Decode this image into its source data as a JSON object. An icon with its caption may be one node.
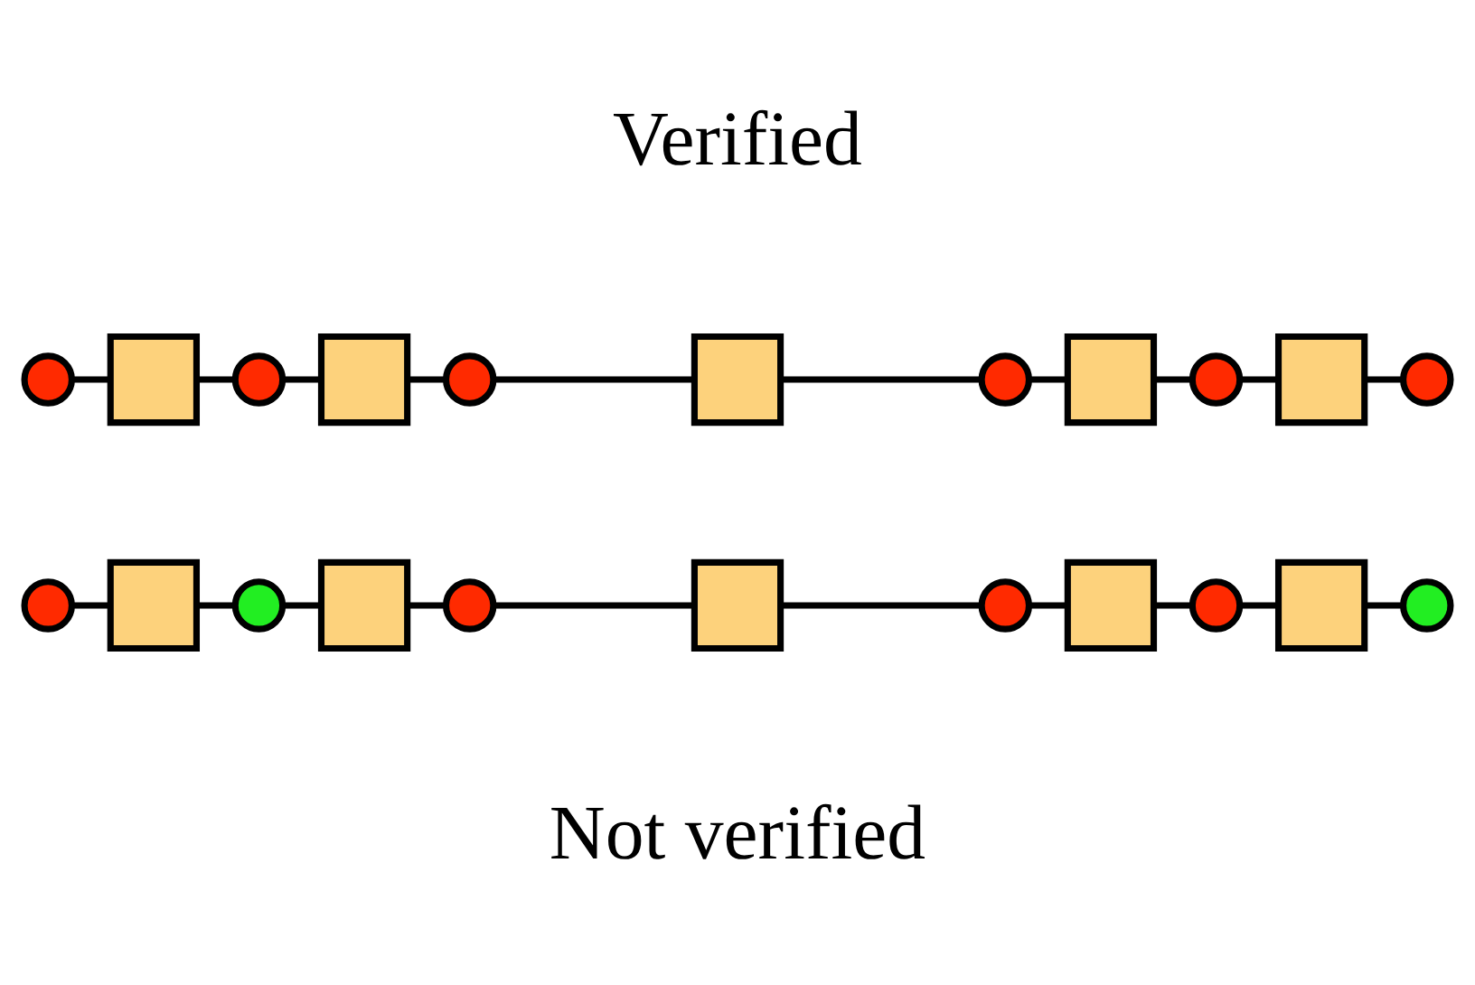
{
  "diagram": {
    "nodes": [
      {
        "text": [],
        "shape": "circle"
      },
      {
        "text": [],
        "shape": "box"
      },
      {
        "text": [],
        "shape": "circle"
      },
      {
        "text": [],
        "shape": "box"
      },
      {
        "text": [],
        "shape": "circle"
      },
      {
        "text": [],
        "shape": "box"
      },
      {
        "text": [],
        "shape": "circle"
      },
      {
        "text": [],
        "shape": "box"
      },
      {
        "text": [],
        "shape": "circle"
      },
      {
        "text": [],
        "shape": "box"
      },
      {
        "text": [],
        "shape": "circle"
      },
      {
        "text": [],
        "shape": "circle"
      },
      {
        "text": [],
        "shape": "box"
      },
      {
        "text": [],
        "shape": "circle"
      },
      {
        "text": [],
        "shape": "box"
      },
      {
        "text": [],
        "shape": "circle"
      },
      {
        "text": [],
        "shape": "box"
      },
      {
        "text": [],
        "shape": "circle"
      },
      {
        "text": [],
        "shape": "box"
      },
      {
        "text": [],
        "shape": "circle"
      },
      {
        "text": [],
        "shape": "box"
      },
      {
        "text": [],
        "shape": "circle"
      }
    ],
    "edges": [
      {
        "from": 0,
        "to": 1,
        "arrow": "none"
      },
      {
        "from": 1,
        "to": 2,
        "arrow": "none"
      },
      {
        "from": 2,
        "to": 3,
        "arrow": "none"
      },
      {
        "from": 3,
        "to": 4,
        "arrow": "none"
      },
      {
        "from": 4,
        "to": 5,
        "arrow": "none"
      },
      {
        "from": 5,
        "to": 6,
        "arrow": "none"
      },
      {
        "from": 6,
        "to": 7,
        "arrow": "none"
      },
      {
        "from": 7,
        "to": 8,
        "arrow": "none"
      },
      {
        "from": 8,
        "to": 9,
        "arrow": "none"
      },
      {
        "from": 9,
        "to": 10,
        "arrow": "none"
      },
      {
        "from": 11,
        "to": 12,
        "arrow": "none"
      },
      {
        "from": 12,
        "to": 13,
        "arrow": "none"
      },
      {
        "from": 13,
        "to": 14,
        "arrow": "none"
      },
      {
        "from": 14,
        "to": 15,
        "arrow": "none"
      },
      {
        "from": 15,
        "to": 16,
        "arrow": "none"
      },
      {
        "from": 16,
        "to": 17,
        "arrow": "none"
      },
      {
        "from": 17,
        "to": 18,
        "arrow": "none"
      },
      {
        "from": 18,
        "to": 19,
        "arrow": "none"
      },
      {
        "from": 19,
        "to": 20,
        "arrow": "none"
      },
      {
        "from": 20,
        "to": 21,
        "arrow": "none"
      }
    ],
    "labels": [
      "Verified",
      "Not verified"
    ]
  }
}
